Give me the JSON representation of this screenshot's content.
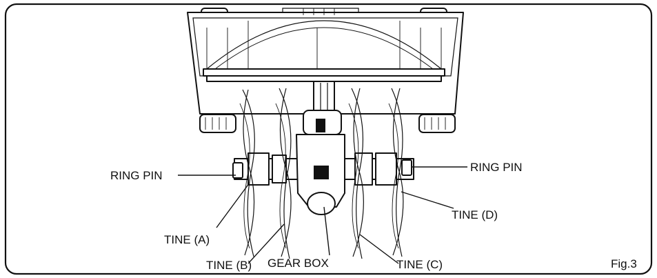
{
  "figure": {
    "fig_label": "Fig.3",
    "labels": {
      "ring_pin_left": "RING PIN",
      "ring_pin_right": "RING PIN",
      "tine_a": "TINE (A)",
      "tine_b": "TINE (B)",
      "gear_box": "GEAR BOX",
      "tine_c": "TINE (C)",
      "tine_d": "TINE (D)"
    }
  }
}
